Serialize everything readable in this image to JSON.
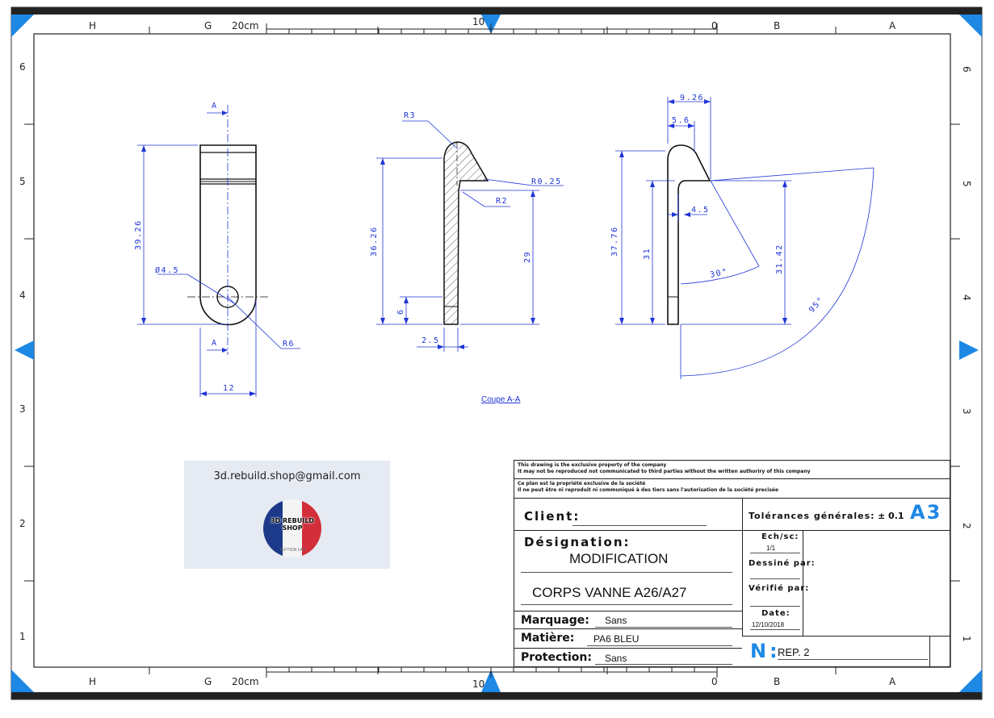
{
  "frame": {
    "columns": [
      "H",
      "G",
      "B",
      "A"
    ],
    "rows": [
      "6",
      "5",
      "4",
      "3",
      "2",
      "1"
    ],
    "scale_labels": {
      "left": "20cm",
      "mid": "10",
      "zero": "0"
    }
  },
  "front_view": {
    "dims": {
      "height": "39.26",
      "hole": "Ø4.5",
      "width": "12",
      "radius": "R6"
    },
    "section_marks": [
      "A",
      "A"
    ]
  },
  "section_view": {
    "dims": {
      "r3": "R3",
      "r025": "R0.25",
      "r2": "R2",
      "height": "36.26",
      "inner": "29",
      "base": "6",
      "thickness": "2.5"
    },
    "caption": "Coupe A-A"
  },
  "side_view": {
    "dims": {
      "top": "9.26",
      "top2": "5.6",
      "gap": "4.5",
      "height": "37.76",
      "h31": "31",
      "h3142": "31.42",
      "angle30": "30°",
      "angle95": "95°"
    }
  },
  "logo": {
    "email": "3d.rebuild.shop@gmail.com",
    "title": "3D REBUILD SHOP",
    "tagline": "TEFTION LAB"
  },
  "title_block": {
    "notice_en_1": "This drawing is the exclusive property of the company",
    "notice_en_2": "It may not be reproduced not communicated to third parties without the written authoriry of this company",
    "notice_fr_1": "Ce plan est la propriété exclusive de la société",
    "notice_fr_2": "Il ne peut être ni reproduit ni communiqué à des tiers sans l'autorisation de la société precisée",
    "client_label": "Client:",
    "tolerance_label": "Tolérances générales:",
    "tolerance_value": "± 0.1",
    "sheet_format": "A3",
    "designation_label": "Désignation:",
    "designation_line1": "MODIFICATION",
    "designation_line2": "CORPS VANNE A26/A27",
    "scale_label": "Ech/sc:",
    "scale_value": "1/1",
    "drawn_label": "Dessiné par:",
    "checked_label": "Vérifié par:",
    "date_label": "Date:",
    "date_value": "12/10/2018",
    "marking_label": "Marquage:",
    "marking_value": "Sans",
    "material_label": "Matière:",
    "material_value": "PA6 BLEU",
    "protection_label": "Protection:",
    "protection_value": "Sans",
    "number_label": "N",
    "number_value": "REP. 2"
  },
  "colors": {
    "dimension": "#1f35d6",
    "frame": "#222222",
    "accent": "#1e88e5"
  }
}
